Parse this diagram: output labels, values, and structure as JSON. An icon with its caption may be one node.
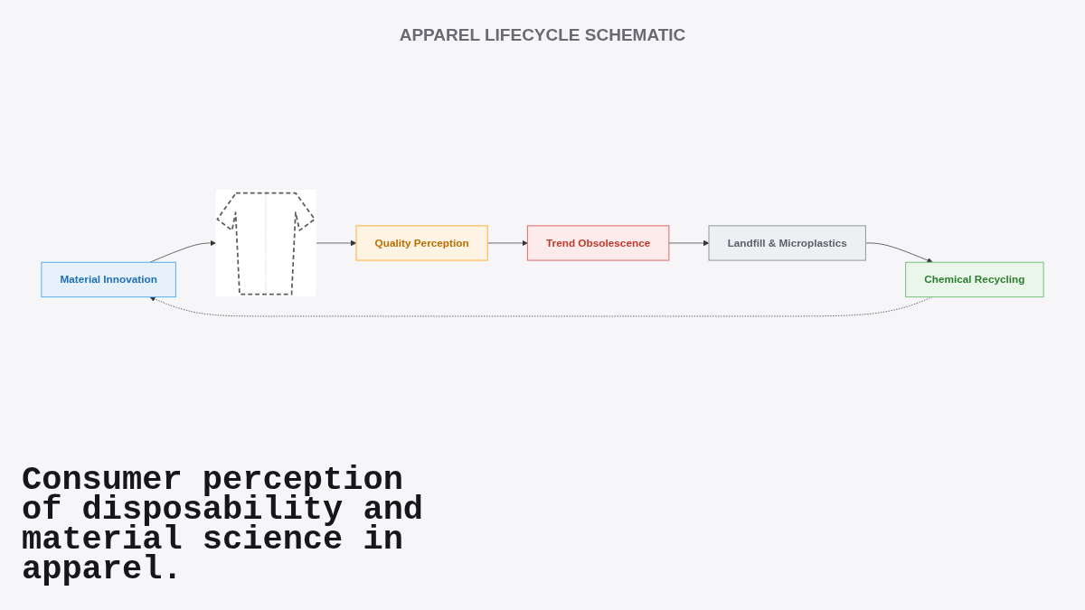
{
  "diagram": {
    "title": "APPAREL LIFECYCLE SCHEMATIC",
    "caption": "Consumer perception of disposability and material science in apparel.",
    "nodes": [
      {
        "text": [
          "Material Innovation"
        ]
      },
      {
        "text": [],
        "shape": "picture"
      },
      {
        "text": [
          "Quality Perception"
        ]
      },
      {
        "text": [
          "Trend Obsolescence"
        ]
      },
      {
        "text": [
          "Chemical Recycling"
        ]
      },
      {
        "text": [
          "Landfill & Microplastics"
        ]
      }
    ],
    "edges": [
      {
        "from": 0,
        "to": 1,
        "arrow": "to"
      },
      {
        "from": 1,
        "to": 2,
        "arrow": "to"
      },
      {
        "from": 2,
        "to": 3,
        "arrow": "to"
      },
      {
        "from": 3,
        "to": 5,
        "arrow": "to"
      },
      {
        "from": 5,
        "to": 4,
        "arrow": "to"
      },
      {
        "from": 4,
        "to": 0,
        "arrow": "to",
        "style": "dashed"
      }
    ]
  }
}
